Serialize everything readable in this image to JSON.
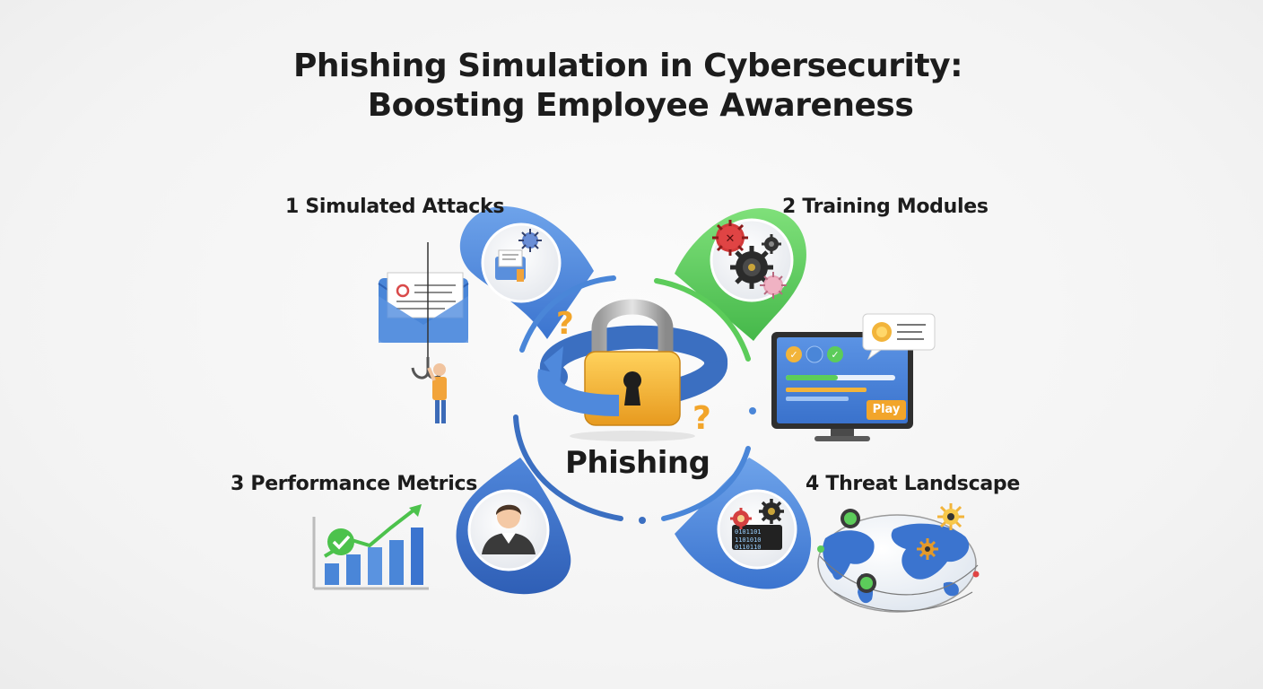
{
  "title": {
    "line1": "Phishing Simulation in Cybersecurity:",
    "line2": "Boosting Employee Awareness"
  },
  "center": {
    "label": "Phishing"
  },
  "segments": [
    {
      "label": "1 Simulated Attacks",
      "icon": "phishing-email-hook-icon"
    },
    {
      "label": "2 Training Modules",
      "icon": "training-monitor-icon"
    },
    {
      "label": "3 Performance Metrics",
      "icon": "bar-chart-check-icon"
    },
    {
      "label": "4 Threat Landscape",
      "icon": "world-map-threats-icon"
    }
  ],
  "training_monitor": {
    "button_label": "Play"
  },
  "colors": {
    "blue": "#4a86d8",
    "dark_blue": "#3b6fc1",
    "green": "#5ccc5a",
    "lock_gold": "#f2b43a",
    "text": "#1c1c1c"
  }
}
